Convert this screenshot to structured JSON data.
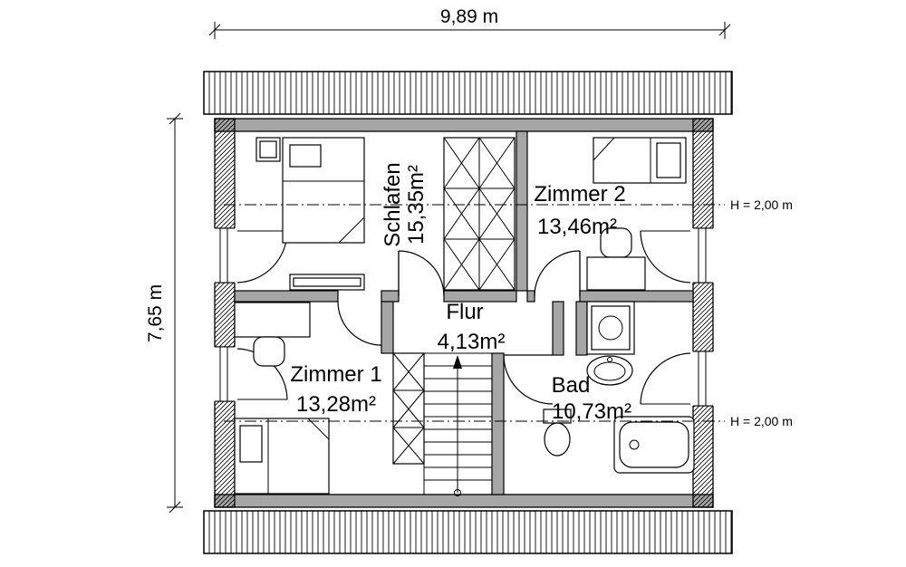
{
  "plan": {
    "dimensions": {
      "width": "9,89 m",
      "height": "7,65 m"
    },
    "height_markers": [
      {
        "label": "H = 2,00 m"
      },
      {
        "label": "H = 2,00 m"
      }
    ],
    "rooms": {
      "schlafen": {
        "name": "Schlafen",
        "area": "15,35m²"
      },
      "zimmer2": {
        "name": "Zimmer 2",
        "area": "13,46m²"
      },
      "flur": {
        "name": "Flur",
        "area": "4,13m²"
      },
      "zimmer1": {
        "name": "Zimmer 1",
        "area": "13,28m²"
      },
      "bad": {
        "name": "Bad",
        "area": "10,73m²"
      }
    },
    "colors": {
      "wall_fill": "#a6a6a6",
      "line": "#000000",
      "background": "#ffffff"
    }
  }
}
